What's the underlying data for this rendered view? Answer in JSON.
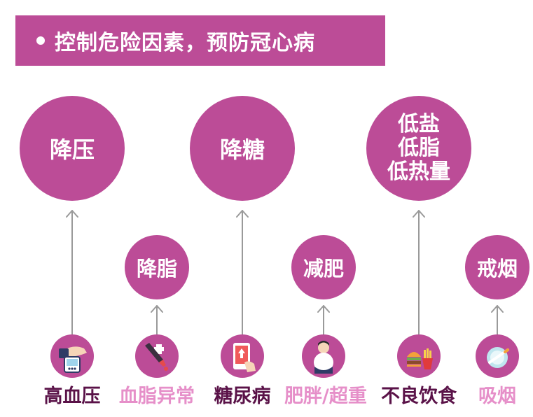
{
  "header": {
    "title": "控制危险因素，预防冠心病"
  },
  "goals": {
    "lower_bp": "降压",
    "lower_lipids": "降脂",
    "lower_sugar": "降糖",
    "lose_weight": "减肥",
    "diet": [
      "低盐",
      "低脂",
      "低热量"
    ],
    "quit_smoking": "戒烟"
  },
  "risk_factors": {
    "hypertension": "高血压",
    "dyslipidemia": "血脂异常",
    "diabetes": "糖尿病",
    "obesity": "肥胖/超重",
    "bad_diet": "不良饮食",
    "smoking": "吸烟"
  },
  "icons": {
    "hypertension": "blood-pressure-monitor-icon",
    "dyslipidemia": "dropper-icon",
    "diabetes": "phone-glucose-icon",
    "obesity": "overweight-person-icon",
    "bad_diet": "fast-food-icon",
    "smoking": "ashtray-cigarette-icon"
  },
  "colors": {
    "accent": "#bc4c97",
    "label_dark": "#5a1248",
    "label_light": "#e68fc9",
    "arrow": "#9a9a9a"
  }
}
